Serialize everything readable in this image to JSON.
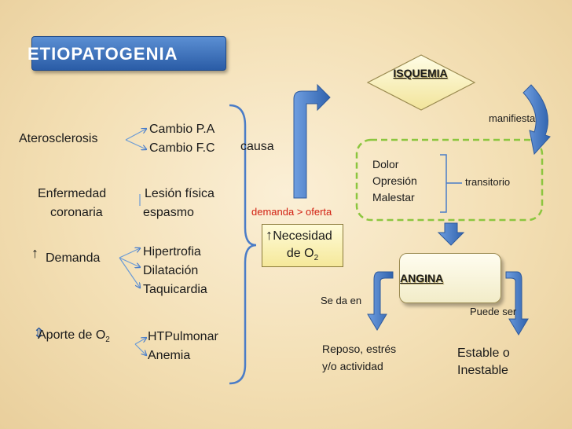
{
  "title": "ETIOPATOGENIA",
  "causes": {
    "aterosclerosis": "Aterosclerosis",
    "enfermedad_line1": "Enfermedad",
    "enfermedad_line2": "coronaria",
    "demanda": "Demanda",
    "aporte": "Aporte de O",
    "aporte_sub": "2",
    "up_arrow": "↑",
    "updown_arrow": "⇕"
  },
  "effects": {
    "cambio_pa": "Cambio P.A",
    "cambio_fc": "Cambio F.C",
    "lesion": "Lesión física",
    "espasmo": "espasmo",
    "hipertrofia": "Hipertrofia",
    "dilatacion": "Dilatación",
    "taquicardia": "Taquicardia",
    "htpulmonar": "HTPulmonar",
    "anemia": "Anemia"
  },
  "causa_label": "causa",
  "demanda_oferta": "demanda > oferta",
  "necesidad": {
    "arrow": "↑",
    "line1": "Necesidad",
    "line2": "de O",
    "sub": "2"
  },
  "isquemia": "ISQUEMIA",
  "manifiesta": "manifiesta",
  "symptoms": [
    "Dolor",
    "Opresión",
    "Malestar"
  ],
  "transitorio": "transitorio",
  "angina": "ANGINA",
  "se_da_en": "Se da en",
  "puede_ser": "Puede ser",
  "reposo_line1": "Reposo, estrés",
  "reposo_line2": "y/o actividad",
  "estable_line1": "Estable o",
  "estable_line2": "Inestable",
  "colors": {
    "blue_arrow": "#4a7cc7",
    "green_dashed": "#8cc63f",
    "red_text": "#d11f10",
    "title_bg": "#3a6fbe"
  }
}
